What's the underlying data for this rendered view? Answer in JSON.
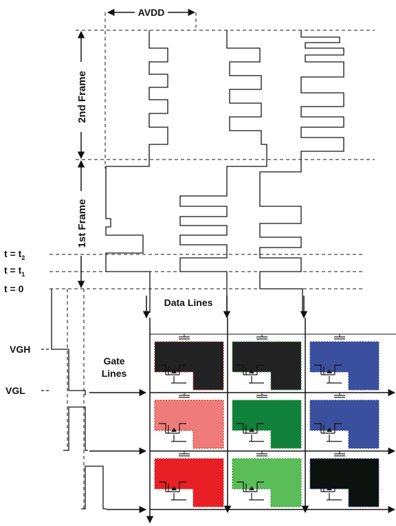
{
  "labels": {
    "avdd": "AVDD",
    "second_frame": "2nd Frame",
    "first_frame": "1st Frame",
    "t2_main": "t = t",
    "t2_sub": "2",
    "t1_main": "t = t",
    "t1_sub": "1",
    "t0": "t = 0",
    "data_lines": "Data Lines",
    "vgh": "VGH",
    "vgl": "VGL",
    "gate_line1": "Gate",
    "gate_line2": "Lines"
  },
  "pixels": [
    {
      "row": 1,
      "col": 1,
      "fill": "#222222",
      "border": "#c0392b"
    },
    {
      "row": 1,
      "col": 2,
      "fill": "#222222",
      "border": "#3a9a45"
    },
    {
      "row": 1,
      "col": 3,
      "fill": "#3a4f9e",
      "border": "#3a4f9e"
    },
    {
      "row": 2,
      "col": 1,
      "fill": "#ef7b7b",
      "border": "#c0392b"
    },
    {
      "row": 2,
      "col": 2,
      "fill": "#11803a",
      "border": "#3a9a45"
    },
    {
      "row": 2,
      "col": 3,
      "fill": "#3a4f9e",
      "border": "#3a4f9e"
    },
    {
      "row": 3,
      "col": 1,
      "fill": "#e82026",
      "border": "#c0392b"
    },
    {
      "row": 3,
      "col": 2,
      "fill": "#5bbd57",
      "border": "#3a9a45"
    },
    {
      "row": 3,
      "col": 3,
      "fill": "#0e120e",
      "border": "#3a4f9e"
    }
  ],
  "colors": {
    "line": "#111111"
  }
}
